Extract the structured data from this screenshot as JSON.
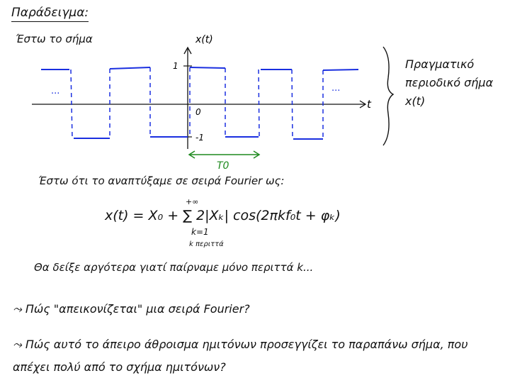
{
  "title": "Παράδειγμα:",
  "intro": "Έστω το σήμα",
  "plot": {
    "y_label": "x(t)",
    "x_label": "t",
    "tick_high": "1",
    "tick_zero": "0",
    "tick_low": "-1",
    "period_label": "T0",
    "ellipsis_left": "...",
    "ellipsis_right": "...",
    "signal_color": "#1a2fe0",
    "period_color": "#1f8a1f"
  },
  "side_note": "Πραγματικό περιοδικό σήμα x(t)",
  "line1": "Έστω ότι το αναπτύξαμε σε σειρά Fourier ως:",
  "formula": {
    "main": "x(t) = X₀ + ∑ 2|Xₖ| cos(2πkf₀t + φₖ)",
    "upper": "+∞",
    "lower": "k=1",
    "note": "k περιττά"
  },
  "line2": "Θα δείξε αργότερα γιατί παίρναμε μόνο περιττά k...",
  "questions": [
    "⤳ Πώς \"απεικονίζεται\" μια σειρά Fourier?",
    "⤳ Πώς αυτό το άπειρο άθροισμα ημιτόνων προσεγγίζει το παραπάνω σήμα, που απέχει πολύ από το σχήμα ημιτόνων?"
  ]
}
